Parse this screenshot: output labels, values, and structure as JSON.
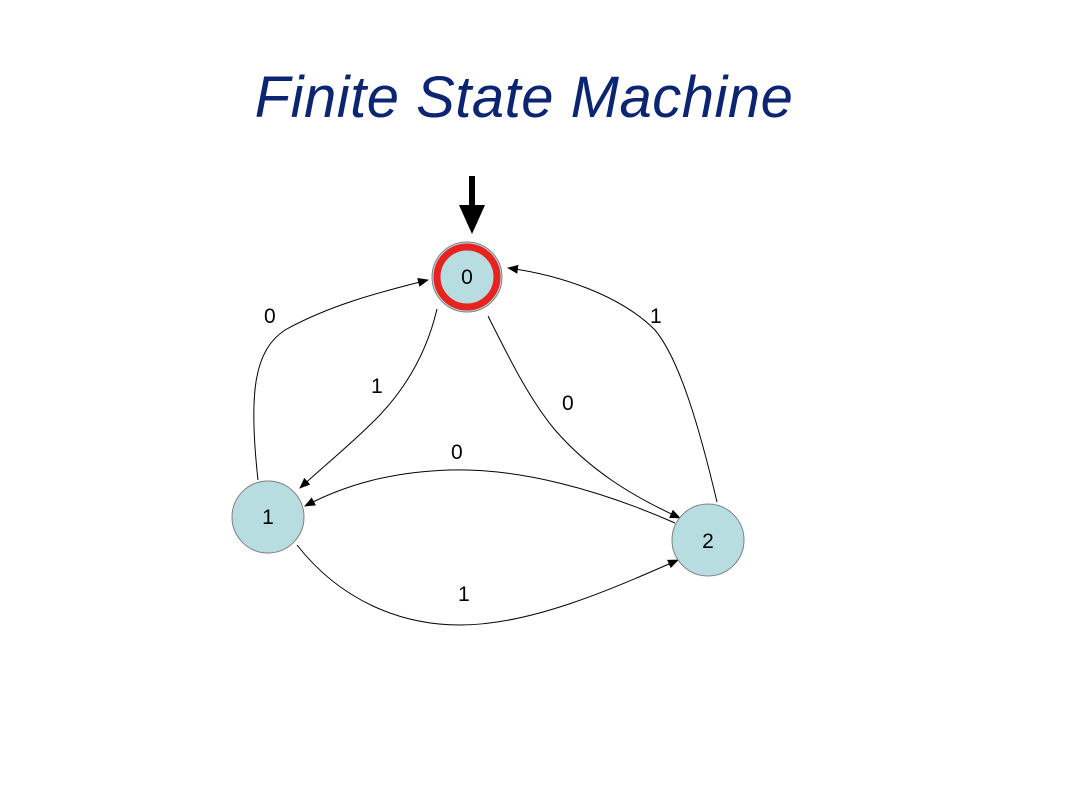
{
  "title": "Finite State Machine",
  "states": [
    {
      "label": "0",
      "role": "start",
      "current": true
    },
    {
      "label": "1",
      "role": "normal",
      "current": false
    },
    {
      "label": "2",
      "role": "normal",
      "current": false
    }
  ],
  "transitions": [
    {
      "from": "1",
      "to": "0",
      "label": "0"
    },
    {
      "from": "2",
      "to": "0",
      "label": "1"
    },
    {
      "from": "0",
      "to": "1",
      "label": "1"
    },
    {
      "from": "0",
      "to": "2",
      "label": "0"
    },
    {
      "from": "2",
      "to": "1",
      "label": "0"
    },
    {
      "from": "1",
      "to": "2",
      "label": "1"
    }
  ],
  "colors": {
    "title": "#0c2572",
    "state_fill": "#b8dde1",
    "state_stroke": "#7f7f7f",
    "current_ring": "#e8231f",
    "edge": "#000000"
  }
}
